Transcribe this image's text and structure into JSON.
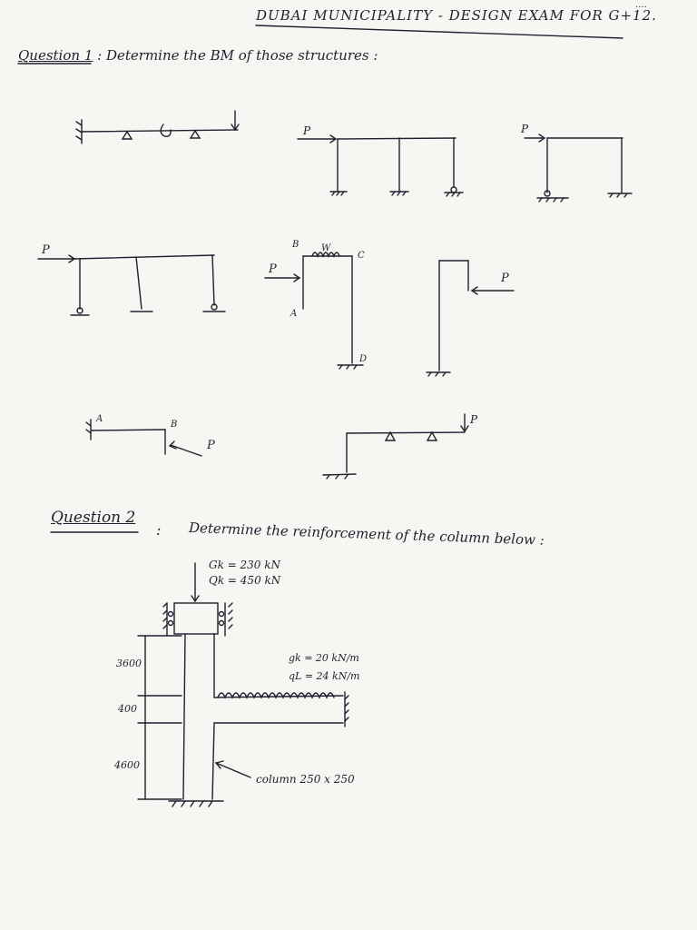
{
  "header": {
    "title": "DUBAI MUNICIPALITY - DESIGN EXAM FOR G+12.",
    "corner": "...."
  },
  "question1": {
    "label": "Question 1",
    "text": ": Determine the BM of those structures :",
    "labels": {
      "P": "P",
      "A": "A",
      "B": "B",
      "C": "C",
      "D": "D",
      "W": "W"
    }
  },
  "question2": {
    "label": "Question 2",
    "colon": ":",
    "text": "Determine the reinforcement of the column below :",
    "gk": "Gk = 230 kN",
    "qk": "Qk = 450 kN",
    "gk_dist": "gk = 20 kN/m",
    "qk_dist": "qL = 24 kN/m",
    "dim1": "3600",
    "dim2": "400",
    "dim3": "4600",
    "column": "column 250 x 250"
  }
}
